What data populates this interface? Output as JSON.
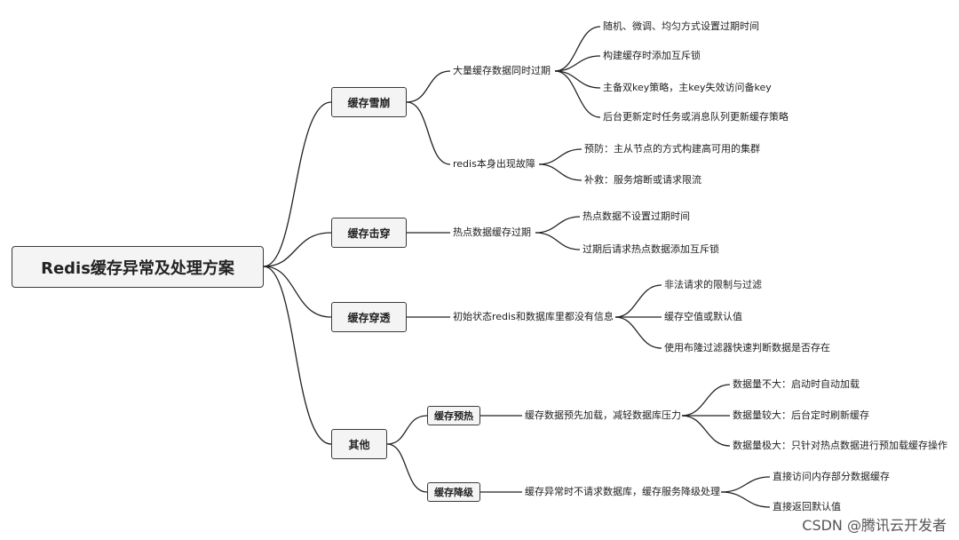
{
  "root": {
    "label": "Redis缓存异常及处理方案"
  },
  "avalanche": {
    "label": "缓存雪崩",
    "cause1": {
      "label": "大量缓存数据同时过期",
      "leaves": [
        "随机、微调、均匀方式设置过期时间",
        "构建缓存时添加互斥锁",
        "主备双key策略，主key失效访问备key",
        "后台更新定时任务或消息队列更新缓存策略"
      ]
    },
    "cause2": {
      "label": "redis本身出现故障",
      "leaves": [
        "预防：主从节点的方式构建高可用的集群",
        "补救：服务熔断或请求限流"
      ]
    }
  },
  "breakdown": {
    "label": "缓存击穿",
    "cause": {
      "label": "热点数据缓存过期",
      "leaves": [
        "热点数据不设置过期时间",
        "过期后请求热点数据添加互斥锁"
      ]
    }
  },
  "penetration": {
    "label": "缓存穿透",
    "cause": {
      "label": "初始状态redis和数据库里都没有信息",
      "leaves": [
        "非法请求的限制与过滤",
        "缓存空值或默认值",
        "使用布隆过滤器快速判断数据是否存在"
      ]
    }
  },
  "other": {
    "label": "其他",
    "warmup": {
      "label": "缓存预热",
      "desc": "缓存数据预先加载，减轻数据库压力",
      "leaves": [
        "数据量不大：启动时自动加载",
        "数据量较大：后台定时刷新缓存",
        "数据量极大：只针对热点数据进行预加载缓存操作"
      ]
    },
    "degrade": {
      "label": "缓存降级",
      "desc": "缓存异常时不请求数据库，缓存服务降级处理",
      "leaves": [
        "直接访问内存部分数据缓存",
        "直接返回默认值"
      ]
    }
  },
  "watermark": "CSDN @腾讯云开发者"
}
